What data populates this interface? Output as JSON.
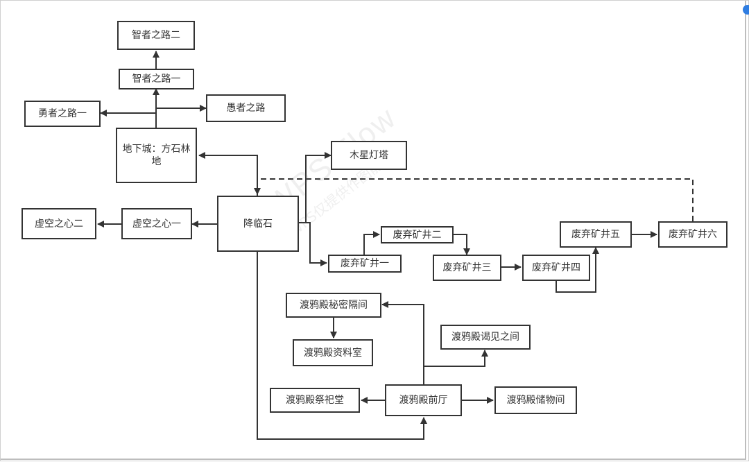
{
  "diagram": {
    "nodes": {
      "zhizhe2": "智者之路二",
      "zhizhe1": "智者之路一",
      "yongzhe1": "勇者之路一",
      "yuzhe": "愚者之路",
      "dixiacheng": "地下城：方石林地",
      "muxing": "木星灯塔",
      "xukong2": "虚空之心二",
      "xukong1": "虚空之心一",
      "jianglin": "降临石",
      "kuang1": "废弃矿井一",
      "kuang2": "废弃矿井二",
      "kuang3": "废弃矿井三",
      "kuang4": "废弃矿井四",
      "kuang5": "废弃矿井五",
      "kuang6": "废弃矿井六",
      "mimi": "渡鸦殿秘密隔间",
      "ziliao": "渡鸦殿资料室",
      "yejian": "渡鸦殿谒见之间",
      "jisi": "渡鸦殿祭祀堂",
      "qianting": "渡鸦殿前厅",
      "chuwu": "渡鸦殿储物间"
    }
  },
  "watermark": {
    "brand": "WPS Flow",
    "note": "WPS仅提供作图能力"
  },
  "colors": {
    "stroke": "#333333",
    "node_fill": "#ffffff",
    "text": "#333333"
  }
}
